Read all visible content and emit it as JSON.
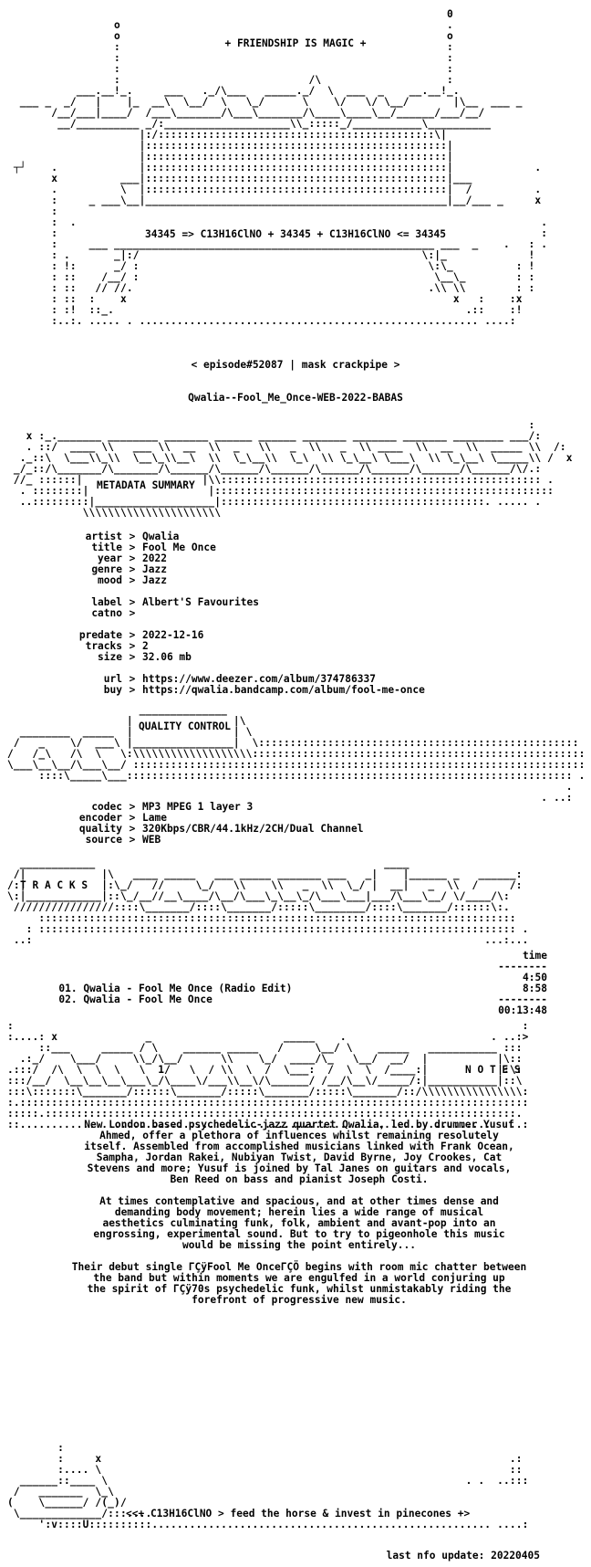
{
  "header": {
    "banner": "+ FRIENDSHIP IS MAGIC +",
    "formula": "34345 => C13H16ClNO + 34345 + C13H16ClNO <= 34345",
    "episode": "< episode#52087 | mask crackpipe >",
    "release": "Qwalia--Fool_Me_Once-WEB-2022-BABAS"
  },
  "metadata": {
    "section_title": "METADATA SUMMARY",
    "rows1": [
      {
        "key": "artist",
        "value": "Qwalia"
      },
      {
        "key": "title",
        "value": "Fool Me Once"
      },
      {
        "key": "year",
        "value": "2022"
      },
      {
        "key": "genre",
        "value": "Jazz"
      },
      {
        "key": "mood",
        "value": "Jazz"
      }
    ],
    "rows2": [
      {
        "key": "label",
        "value": "Albert'S Favourites"
      },
      {
        "key": "catno",
        "value": ""
      }
    ],
    "rows3": [
      {
        "key": "predate",
        "value": "2022-12-16"
      },
      {
        "key": "tracks",
        "value": "2"
      },
      {
        "key": "size",
        "value": "32.06 mb"
      }
    ],
    "rows4": [
      {
        "key": "url",
        "value": "https://www.deezer.com/album/374786337"
      },
      {
        "key": "buy",
        "value": "https://qwalia.bandcamp.com/album/fool-me-once"
      }
    ]
  },
  "quality": {
    "section_title": "QUALITY CONTROL",
    "rows": [
      {
        "key": "codec",
        "value": "MP3 MPEG 1 layer 3"
      },
      {
        "key": "encoder",
        "value": "Lame"
      },
      {
        "key": "quality",
        "value": "320Kbps/CBR/44.1kHz/2CH/Dual Channel"
      },
      {
        "key": "source",
        "value": "WEB"
      }
    ]
  },
  "tracks": {
    "section_title": "T R A C K S",
    "time_header": "time",
    "rule": "--------",
    "items": [
      {
        "label": "01. Qwalia - Fool Me Once (Radio Edit)",
        "time": "4:50"
      },
      {
        "label": "02. Qwalia - Fool Me Once",
        "time": "8:58"
      }
    ],
    "total": "00:13:48"
  },
  "notes": {
    "section_title": "N O T E S",
    "paragraphs": [
      "New London based psychedelic-jazz quartet Qwalia, led by drummer Yusuf\nAhmed, offer a plethora of influences whilst remaining resolutely\nitself. Assembled from accomplished musicians linked with Frank Ocean,\nSampha, Jordan Rakei, Nubiyan Twist, David Byrne, Joy Crookes, Cat\nStevens and more; Yusuf is joined by Tal Janes on guitars and vocals,\nBen Reed on bass and pianist Joseph Costi.",
      "At times contemplative and spacious, and at other times dense and\ndemanding body movement; herein lies a wide range of musical\naesthetics culminating funk, folk, ambient and avant-pop into an\nengrossing, experimental sound. But to try to pigeonhole this music\nwould be missing the point entirely...",
      "Their debut single ΓÇÿFool Me OnceΓÇÖ begins with room mic chatter between\nthe band but within moments we are engulfed in a world conjuring up\nthe spirit of ΓÇÿ70s psychedelic funk, whilst unmistakably riding the\nforefront of progressive new music."
    ]
  },
  "footer": {
    "tagline": "<<+ C13H16ClNO > feed the horse & invest in pinecones +>",
    "last_update": "last nfo update: 20220405"
  }
}
